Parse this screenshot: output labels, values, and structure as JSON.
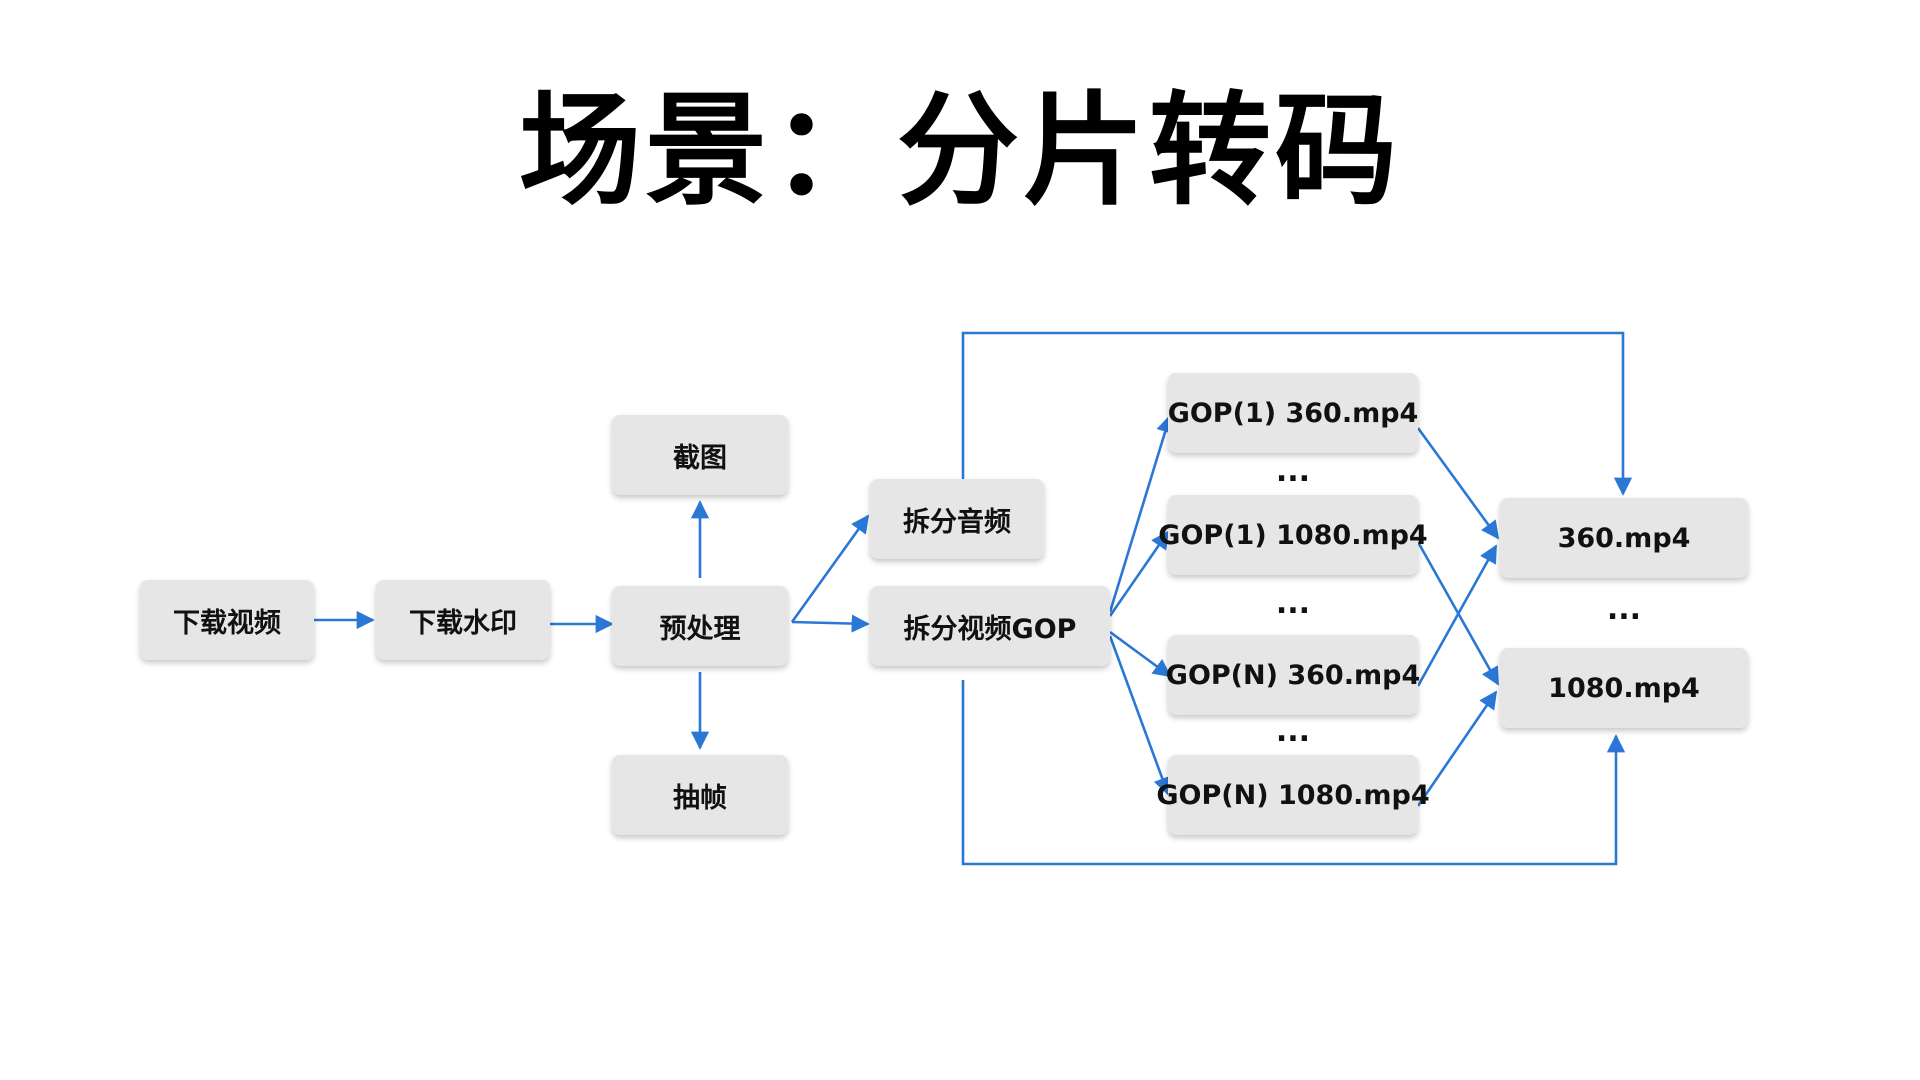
{
  "title": "场景：分片转码",
  "nodes": {
    "download_video": "下载视频",
    "download_watermark": "下载水印",
    "preprocess": "预处理",
    "screenshot": "截图",
    "extract_frames": "抽帧",
    "split_audio": "拆分音频",
    "split_video_gop": "拆分视频GOP",
    "gop1_360": "GOP(1) 360.mp4",
    "gop1_1080": "GOP(1) 1080.mp4",
    "gopn_360": "GOP(N) 360.mp4",
    "gopn_1080": "GOP(N) 1080.mp4",
    "out_360": "360.mp4",
    "out_1080": "1080.mp4"
  },
  "ellipses": {
    "gop_a": "...",
    "gop_b": "...",
    "gop_c": "...",
    "outputs": "..."
  },
  "colors": {
    "arrow": "#2a77d6",
    "box": "#e6e6e6",
    "text": "#111111"
  }
}
